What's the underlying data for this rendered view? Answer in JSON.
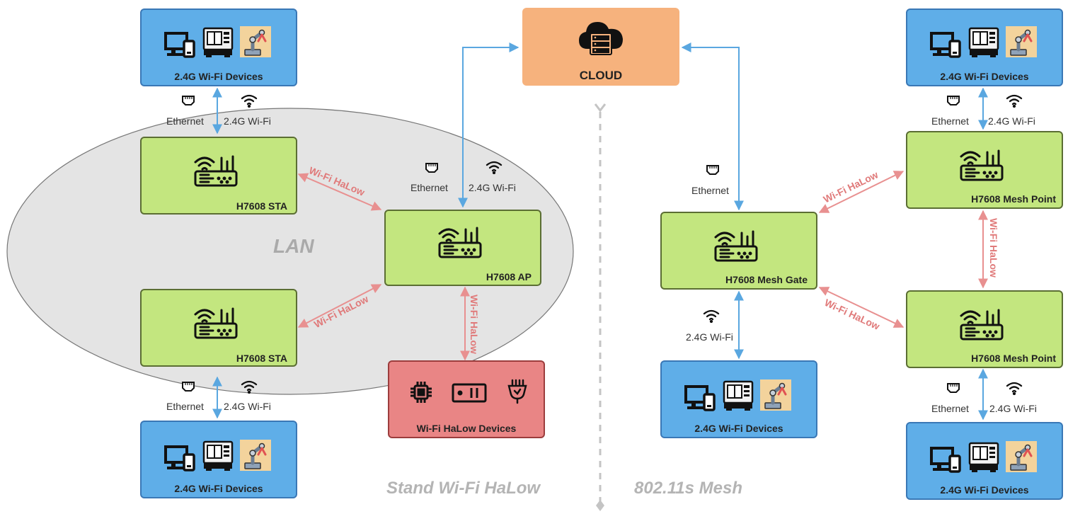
{
  "labels": {
    "wifi_devices": "2.4G Wi-Fi Devices",
    "cloud": "CLOUD",
    "sta": "H7608 STA",
    "ap": "H7608 AP",
    "halow_devices": "Wi-Fi HaLow Devices",
    "mesh_gate": "H7608 Mesh Gate",
    "mesh_point": "H7608 Mesh Point",
    "lan": "LAN"
  },
  "link_labels": {
    "ethernet": "Ethernet",
    "wifi_24": "2.4G Wi-Fi",
    "halow": "Wi-Fi HaLow"
  },
  "sections": {
    "left": "Stand Wi-Fi HaLow",
    "right": "802.11s Mesh"
  },
  "colors": {
    "device_blue": "#5faee8",
    "router_green": "#c3e67f",
    "halow_red": "#e98585",
    "cloud_orange": "#f6b27d",
    "link_blue": "#5aa7e0",
    "halow_link": "#e89090"
  },
  "icons": [
    "monitor-icon",
    "machine-icon",
    "robot-arm-icon",
    "router-icon",
    "cloud-server-icon",
    "ethernet-port-icon",
    "wifi-icon",
    "chip-icon",
    "switch-icon",
    "plug-icon"
  ]
}
